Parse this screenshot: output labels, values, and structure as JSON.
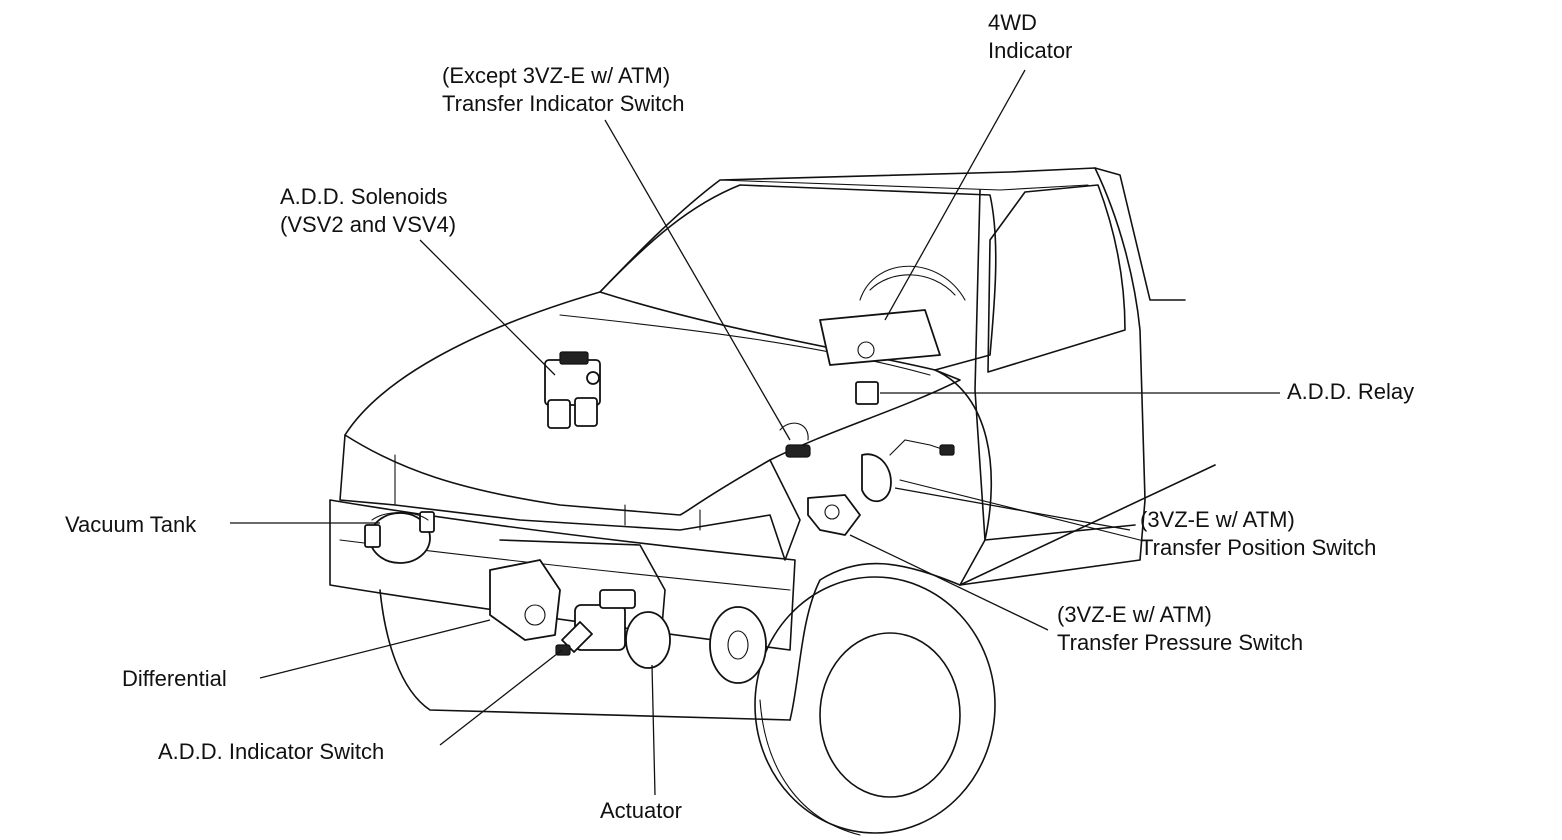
{
  "labels": {
    "indicator_4wd": [
      "4WD",
      "Indicator"
    ],
    "transfer_indicator_switch": [
      "(Except 3VZ-E w/ ATM)",
      "Transfer Indicator Switch"
    ],
    "add_solenoids": [
      "A.D.D. Solenoids",
      "(VSV2 and VSV4)"
    ],
    "add_relay": "A.D.D. Relay",
    "vacuum_tank": "Vacuum Tank",
    "transfer_position_switch": [
      "(3VZ-E w/ ATM)",
      "Transfer Position Switch"
    ],
    "transfer_pressure_switch": [
      "(3VZ-E w/ ATM)",
      "Transfer Pressure Switch"
    ],
    "differential": "Differential",
    "add_indicator_switch": "A.D.D. Indicator Switch",
    "actuator": "Actuator"
  }
}
